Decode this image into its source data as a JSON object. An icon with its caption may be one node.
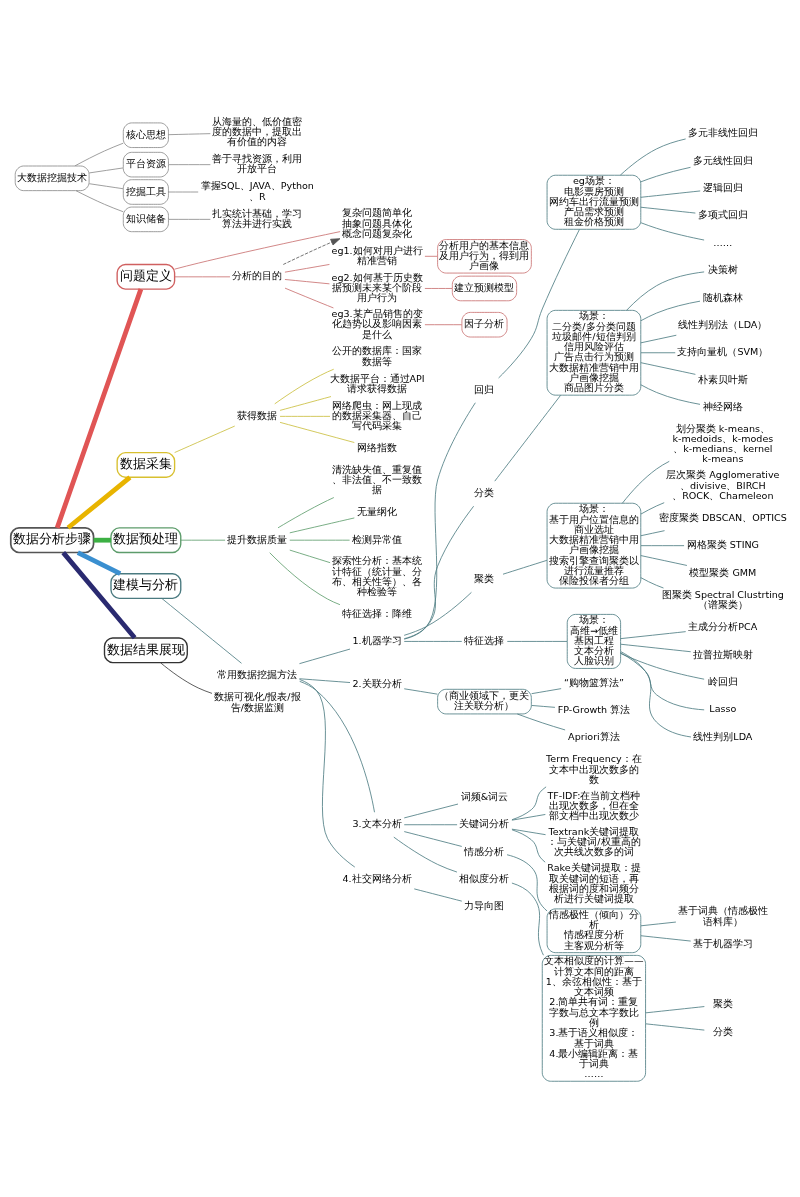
{
  "diagram": {
    "nodes": [
      {
        "text": [
          "数据分析步骤"
        ]
      },
      {
        "text": [
          "问题定义"
        ]
      },
      {
        "text": [
          "复杂问题简单化",
          "抽象问题具体化",
          "概念问题复杂化"
        ]
      },
      {
        "text": [
          "分析的目的"
        ]
      },
      {
        "text": [
          "eg1.如何对用户进行精准营销"
        ]
      },
      {
        "text": [
          "分析用户的基本信息及用户行为，得到用户画像"
        ]
      },
      {
        "text": [
          "eg2.如何基于历史数据预测未来某个阶段用户行为"
        ]
      },
      {
        "text": [
          "建立预测模型"
        ]
      },
      {
        "text": [
          "eg3.某产品销售的变化趋势以及影响因素是什么"
        ]
      },
      {
        "text": [
          "因子分析"
        ]
      },
      {
        "text": [
          "数据采集"
        ]
      },
      {
        "text": [
          "获得数据"
        ]
      },
      {
        "text": [
          "公开的数据库：国家数据等"
        ]
      },
      {
        "text": [
          "大数据平台：通过API请求获得数据"
        ]
      },
      {
        "text": [
          "网络爬虫：网上现成的数据采集器、自己写代码采集"
        ]
      },
      {
        "text": [
          "网络指数"
        ]
      },
      {
        "text": [
          "数据预处理"
        ]
      },
      {
        "text": [
          "提升数据质量"
        ]
      },
      {
        "text": [
          "清洗缺失值、重复值、非法值、不一致数据"
        ]
      },
      {
        "text": [
          "无量纲化"
        ]
      },
      {
        "text": [
          "检测异常值"
        ]
      },
      {
        "text": [
          "探索性分析：基本统计特征（统计量、分布、相关性等）、各种检验等"
        ]
      },
      {
        "text": [
          "特征选择：降维"
        ]
      },
      {
        "text": [
          "建模与分析"
        ]
      },
      {
        "text": [
          "常用数据挖掘方法"
        ]
      },
      {
        "text": [
          "1.机器学习"
        ]
      },
      {
        "text": [
          "回归"
        ]
      },
      {
        "text": [
          "eg场景：",
          "电影票房预测",
          "网约车出行流量预测",
          "产品需求预测",
          "租金价格预测"
        ]
      },
      {
        "text": [
          "多元非线性回归"
        ]
      },
      {
        "text": [
          "多元线性回归"
        ]
      },
      {
        "text": [
          "逻辑回归"
        ]
      },
      {
        "text": [
          "多项式回归"
        ]
      },
      {
        "text": [
          "……"
        ]
      },
      {
        "text": [
          "分类"
        ]
      },
      {
        "text": [
          "场景：",
          "二分类/多分类问题",
          "垃圾邮件/短信判别",
          "信用风险评估",
          "广告点击行为预测",
          "大数据精准营销中用户画像挖掘",
          "商品图片分类"
        ]
      },
      {
        "text": [
          "决策树"
        ]
      },
      {
        "text": [
          "随机森林"
        ]
      },
      {
        "text": [
          "线性判别法（LDA）"
        ]
      },
      {
        "text": [
          "支持向量机（SVM）"
        ]
      },
      {
        "text": [
          "朴素贝叶斯"
        ]
      },
      {
        "text": [
          "神经网络"
        ]
      },
      {
        "text": [
          "聚类"
        ]
      },
      {
        "text": [
          "场景：",
          "基于用户位置信息的商业选址",
          "大数据精准营销中用户画像挖掘",
          "搜索引擎查询聚类以进行流量推荐",
          "保险投保者分组"
        ]
      },
      {
        "text": [
          "划分聚类 k-means、k-medoids、k-modes、k-medians、kernel k-means"
        ]
      },
      {
        "text": [
          "层次聚类 Agglomerative、divisive、BIRCH、ROCK、Chameleon"
        ]
      },
      {
        "text": [
          "密度聚类 DBSCAN、OPTICS"
        ]
      },
      {
        "text": [
          "网格聚类 STING"
        ]
      },
      {
        "text": [
          "模型聚类 GMM"
        ]
      },
      {
        "text": [
          "图聚类 Spectral Clustrting（谱聚类）"
        ]
      },
      {
        "text": [
          "特征选择"
        ]
      },
      {
        "text": [
          "场景：",
          "高维→低维",
          "基因工程",
          "文本分析",
          "人脸识别"
        ]
      },
      {
        "text": [
          "主成分分析PCA"
        ]
      },
      {
        "text": [
          "拉普拉斯映射"
        ]
      },
      {
        "text": [
          "岭回归"
        ]
      },
      {
        "text": [
          "Lasso"
        ]
      },
      {
        "text": [
          "线性判别LDA"
        ]
      },
      {
        "text": [
          "2.关联分析"
        ]
      },
      {
        "text": [
          "（商业领域下，更关注关联分析）"
        ]
      },
      {
        "text": [
          "“购物篮算法”"
        ]
      },
      {
        "text": [
          "FP-Growth 算法"
        ]
      },
      {
        "text": [
          "Apriori算法"
        ]
      },
      {
        "text": [
          "3.文本分析"
        ]
      },
      {
        "text": [
          "词频&词云"
        ]
      },
      {
        "text": [
          "关键词分析"
        ]
      },
      {
        "text": [
          "Term Frequency：在文本中出现次数多的数"
        ]
      },
      {
        "text": [
          "TF-IDF:在当前文档种出现次数多，但在全部文档中出现次数少"
        ]
      },
      {
        "text": [
          "Textrank关键词提取：与关键词/权重高的次共线次数多的词"
        ]
      },
      {
        "text": [
          "Rake关键词提取：提取关键词的短语，再根据词的度和词频分析进行关键词提取"
        ]
      },
      {
        "text": [
          "情感分析"
        ]
      },
      {
        "text": [
          "情感极性（倾向）分析",
          "情感程度分析",
          "主客观分析等"
        ]
      },
      {
        "text": [
          "基于词典（情感极性语料库）"
        ]
      },
      {
        "text": [
          "基于机器学习"
        ]
      },
      {
        "text": [
          "相似度分析"
        ]
      },
      {
        "text": [
          "文本相似度的计算——计算文本间的距离",
          "1、余弦相似性：基于文本词频",
          "2.简单共有词：重复字数与总文本字数比例",
          "3.基于语义相似度：基于词典",
          "4.最小编辑距离：基于词典",
          "……"
        ]
      },
      {
        "text": [
          "聚类"
        ]
      },
      {
        "text": [
          "分类"
        ]
      },
      {
        "text": [
          "4.社交网络分析"
        ]
      },
      {
        "text": [
          "力导向图"
        ]
      },
      {
        "text": [
          "数据结果展现"
        ]
      },
      {
        "text": [
          "数据可视化/报表/报告/数据监测"
        ]
      },
      {
        "text": [
          "大数据挖掘技术"
        ]
      },
      {
        "text": [
          "核心思想"
        ]
      },
      {
        "text": [
          "从海量的、低价值密度的数据中，提取出有价值的内容"
        ]
      },
      {
        "text": [
          "平台资源"
        ]
      },
      {
        "text": [
          "善于寻找资源，利用开放平台"
        ]
      },
      {
        "text": [
          "挖掘工具"
        ]
      },
      {
        "text": [
          "掌握SQL、JAVA、Python、R"
        ]
      },
      {
        "text": [
          "知识储备"
        ]
      },
      {
        "text": [
          "扎实统计基础，学习算法并进行实践"
        ]
      }
    ],
    "edges": [
      {
        "from": 0,
        "to": 1,
        "arrow": "none",
        "style": "thick",
        "color": "#e05555"
      },
      {
        "from": 0,
        "to": 10,
        "arrow": "none",
        "style": "thick",
        "color": "#e8b400"
      },
      {
        "from": 0,
        "to": 16,
        "arrow": "none",
        "style": "thick",
        "color": "#3cb043"
      },
      {
        "from": 0,
        "to": 23,
        "arrow": "none",
        "style": "thick",
        "color": "#3a8fd0"
      },
      {
        "from": 0,
        "to": 78,
        "arrow": "none",
        "style": "thick",
        "color": "#2a2a70"
      },
      {
        "from": 1,
        "to": 2,
        "arrow": "none",
        "color": "#c86e6e"
      },
      {
        "from": 1,
        "to": 3,
        "arrow": "none",
        "color": "#c86e6e"
      },
      {
        "from": 3,
        "to": 2,
        "arrow": "to",
        "style": "dashed",
        "color": "#555555"
      },
      {
        "from": 3,
        "to": 4,
        "arrow": "none",
        "color": "#c86e6e"
      },
      {
        "from": 3,
        "to": 6,
        "arrow": "none",
        "color": "#c86e6e"
      },
      {
        "from": 3,
        "to": 8,
        "arrow": "none",
        "color": "#c86e6e"
      },
      {
        "from": 4,
        "to": 5,
        "arrow": "none",
        "color": "#c86e6e"
      },
      {
        "from": 6,
        "to": 7,
        "arrow": "none",
        "color": "#c86e6e"
      },
      {
        "from": 8,
        "to": 9,
        "arrow": "none",
        "color": "#c86e6e"
      },
      {
        "from": 10,
        "to": 11,
        "arrow": "none",
        "color": "#c9bd3a"
      },
      {
        "from": 11,
        "to": 12,
        "arrow": "none",
        "color": "#c9bd3a"
      },
      {
        "from": 11,
        "to": 13,
        "arrow": "none",
        "color": "#c9bd3a"
      },
      {
        "from": 11,
        "to": 14,
        "arrow": "none",
        "color": "#c9bd3a"
      },
      {
        "from": 11,
        "to": 15,
        "arrow": "none",
        "color": "#c9bd3a"
      },
      {
        "from": 16,
        "to": 17,
        "arrow": "none",
        "color": "#5d9c6b"
      },
      {
        "from": 17,
        "to": 18,
        "arrow": "none",
        "color": "#5d9c6b"
      },
      {
        "from": 17,
        "to": 19,
        "arrow": "none",
        "color": "#5d9c6b"
      },
      {
        "from": 17,
        "to": 20,
        "arrow": "none",
        "color": "#5d9c6b"
      },
      {
        "from": 17,
        "to": 21,
        "arrow": "none",
        "color": "#5d9c6b"
      },
      {
        "from": 17,
        "to": 22,
        "arrow": "none",
        "color": "#5d9c6b"
      },
      {
        "from": 23,
        "to": 24,
        "arrow": "none"
      },
      {
        "from": 24,
        "to": 25,
        "arrow": "none"
      },
      {
        "from": 24,
        "to": 56,
        "arrow": "none"
      },
      {
        "from": 24,
        "to": 61,
        "arrow": "none"
      },
      {
        "from": 24,
        "to": 76,
        "arrow": "none"
      },
      {
        "from": 25,
        "to": 26,
        "arrow": "none"
      },
      {
        "from": 25,
        "to": 33,
        "arrow": "none"
      },
      {
        "from": 25,
        "to": 41,
        "arrow": "none"
      },
      {
        "from": 25,
        "to": 49,
        "arrow": "none"
      },
      {
        "from": 26,
        "to": 27,
        "arrow": "none"
      },
      {
        "from": 27,
        "to": 28,
        "arrow": "none"
      },
      {
        "from": 27,
        "to": 29,
        "arrow": "none"
      },
      {
        "from": 27,
        "to": 30,
        "arrow": "none"
      },
      {
        "from": 27,
        "to": 31,
        "arrow": "none"
      },
      {
        "from": 27,
        "to": 32,
        "arrow": "none"
      },
      {
        "from": 33,
        "to": 34,
        "arrow": "none"
      },
      {
        "from": 34,
        "to": 35,
        "arrow": "none"
      },
      {
        "from": 34,
        "to": 36,
        "arrow": "none"
      },
      {
        "from": 34,
        "to": 37,
        "arrow": "none"
      },
      {
        "from": 34,
        "to": 38,
        "arrow": "none"
      },
      {
        "from": 34,
        "to": 39,
        "arrow": "none"
      },
      {
        "from": 34,
        "to": 40,
        "arrow": "none"
      },
      {
        "from": 41,
        "to": 42,
        "arrow": "none"
      },
      {
        "from": 42,
        "to": 43,
        "arrow": "none"
      },
      {
        "from": 42,
        "to": 44,
        "arrow": "none"
      },
      {
        "from": 42,
        "to": 45,
        "arrow": "none"
      },
      {
        "from": 42,
        "to": 46,
        "arrow": "none"
      },
      {
        "from": 42,
        "to": 47,
        "arrow": "none"
      },
      {
        "from": 42,
        "to": 48,
        "arrow": "none"
      },
      {
        "from": 49,
        "to": 50,
        "arrow": "none"
      },
      {
        "from": 50,
        "to": 51,
        "arrow": "none"
      },
      {
        "from": 50,
        "to": 52,
        "arrow": "none"
      },
      {
        "from": 50,
        "to": 53,
        "arrow": "none"
      },
      {
        "from": 50,
        "to": 54,
        "arrow": "none"
      },
      {
        "from": 50,
        "to": 55,
        "arrow": "none"
      },
      {
        "from": 56,
        "to": 57,
        "arrow": "none"
      },
      {
        "from": 57,
        "to": 58,
        "arrow": "none"
      },
      {
        "from": 57,
        "to": 59,
        "arrow": "none"
      },
      {
        "from": 57,
        "to": 60,
        "arrow": "none"
      },
      {
        "from": 61,
        "to": 62,
        "arrow": "none"
      },
      {
        "from": 61,
        "to": 63,
        "arrow": "none"
      },
      {
        "from": 61,
        "to": 68,
        "arrow": "none"
      },
      {
        "from": 61,
        "to": 72,
        "arrow": "none"
      },
      {
        "from": 63,
        "to": 64,
        "arrow": "none"
      },
      {
        "from": 63,
        "to": 65,
        "arrow": "none"
      },
      {
        "from": 63,
        "to": 66,
        "arrow": "none"
      },
      {
        "from": 63,
        "to": 67,
        "arrow": "none"
      },
      {
        "from": 68,
        "to": 69,
        "arrow": "none"
      },
      {
        "from": 69,
        "to": 70,
        "arrow": "none"
      },
      {
        "from": 69,
        "to": 71,
        "arrow": "none"
      },
      {
        "from": 72,
        "to": 73,
        "arrow": "none"
      },
      {
        "from": 73,
        "to": 74,
        "arrow": "none"
      },
      {
        "from": 73,
        "to": 75,
        "arrow": "none"
      },
      {
        "from": 76,
        "to": 77,
        "arrow": "none"
      },
      {
        "from": 78,
        "to": 79,
        "arrow": "none",
        "color": "#3a3a3a"
      },
      {
        "from": 80,
        "to": 81,
        "arrow": "none",
        "color": "#8a8a8a"
      },
      {
        "from": 80,
        "to": 83,
        "arrow": "none",
        "color": "#8a8a8a"
      },
      {
        "from": 80,
        "to": 85,
        "arrow": "none",
        "color": "#8a8a8a"
      },
      {
        "from": 80,
        "to": 87,
        "arrow": "none",
        "color": "#8a8a8a"
      },
      {
        "from": 81,
        "to": 82,
        "arrow": "none",
        "color": "#8a8a8a"
      },
      {
        "from": 83,
        "to": 84,
        "arrow": "none",
        "color": "#8a8a8a"
      },
      {
        "from": 85,
        "to": 86,
        "arrow": "none",
        "color": "#8a8a8a"
      },
      {
        "from": 87,
        "to": 88,
        "arrow": "none",
        "color": "#8a8a8a"
      }
    ]
  }
}
